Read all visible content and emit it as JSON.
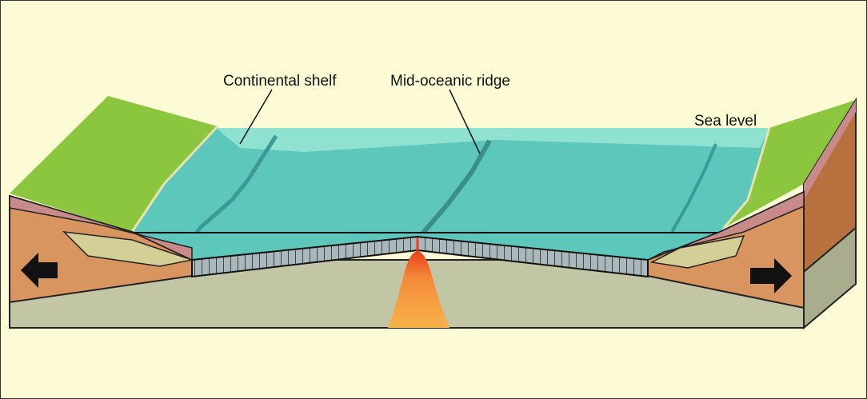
{
  "labels": {
    "continental_shelf": "Continental shelf",
    "mid_oceanic_ridge": "Mid-oceanic ridge",
    "sea_level": "Sea level"
  },
  "colors": {
    "background": "#fdfbd6",
    "land": "#8cc63f",
    "ocean": "#5ec7bc",
    "ocean_surface": "#8fe2cf",
    "crust": "#d9955f",
    "sediment_pink": "#c98a8a",
    "mantle": "#c3c6a4",
    "plate": "#a9b8bb",
    "magma_hot": "#e8401c",
    "magma_cool": "#f7b24a"
  },
  "icons": [
    "arrow-left-icon",
    "arrow-right-icon"
  ]
}
